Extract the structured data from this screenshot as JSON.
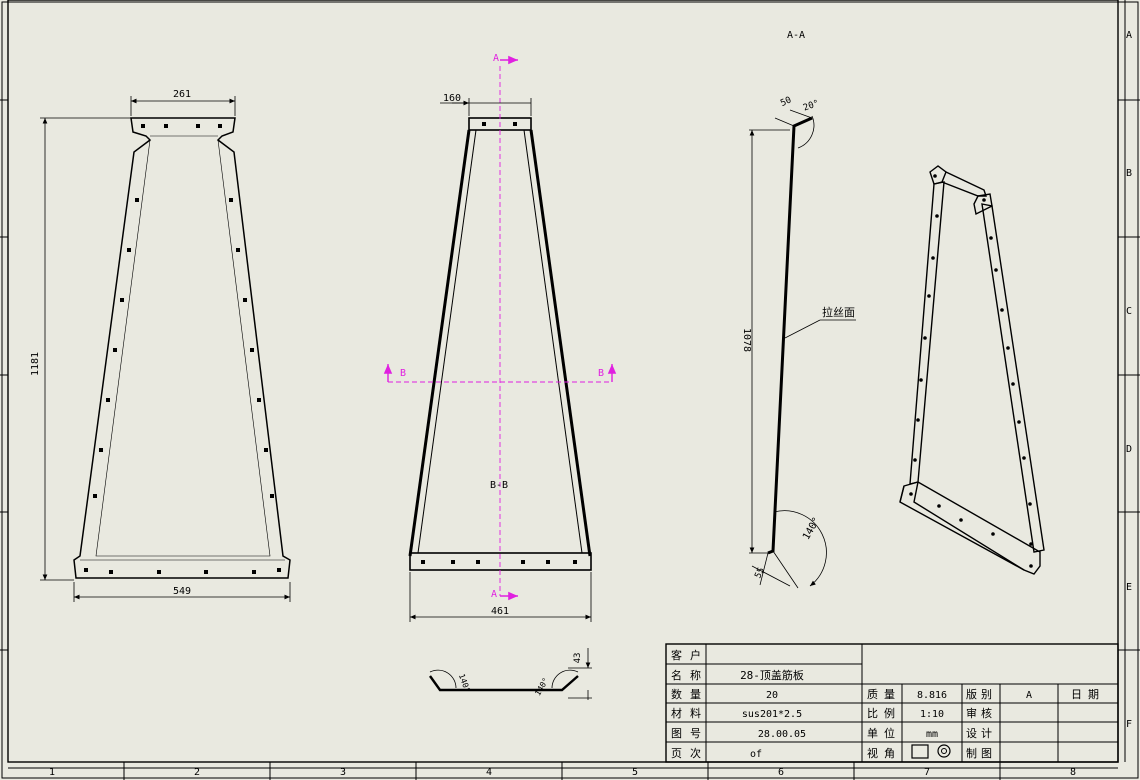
{
  "border": {
    "columns": [
      "1",
      "2",
      "3",
      "4",
      "5",
      "6",
      "7",
      "8"
    ],
    "rows": [
      "A",
      "B",
      "C",
      "D",
      "E",
      "F"
    ]
  },
  "view_flat": {
    "dims": {
      "top_width": "261",
      "height": "1181",
      "bottom_width": "549"
    }
  },
  "view_front": {
    "dims": {
      "top_width": "160",
      "bottom_width": "461"
    },
    "section_marks": {
      "a_top": "A",
      "a_bottom": "A",
      "b_left": "B",
      "b_right": "B",
      "center": "B-B"
    }
  },
  "view_section": {
    "title": "A-A",
    "dims": {
      "flange_top": "50",
      "angle_top": "20°",
      "length": "1078",
      "angle_bottom": "140°",
      "flange_bottom": "55"
    },
    "note": "拉丝面"
  },
  "view_bottom_section": {
    "dims": {
      "angle_left": "140°",
      "angle_right": "140°",
      "height": "43"
    }
  },
  "title_block": {
    "customer_label": "客户",
    "customer_value": "",
    "name_label": "名称",
    "name_value": "28-顶盖筋板",
    "qty_label": "数量",
    "qty_value": "20",
    "material_label": "材料",
    "material_value": "sus201*2.5",
    "drawing_no_label": "图号",
    "drawing_no_value": "28.00.05",
    "page_label": "页次",
    "page_value": "of",
    "mass_label": "质量",
    "mass_value": "8.816",
    "scale_label": "比例",
    "scale_value": "1:10",
    "unit_label": "单位",
    "unit_value": "mm",
    "view_label": "视角",
    "revision_label": "版别",
    "revision_value": "A",
    "review_label": "审核",
    "design_label": "设计",
    "drafter_label": "制图",
    "date_label": "日期"
  }
}
